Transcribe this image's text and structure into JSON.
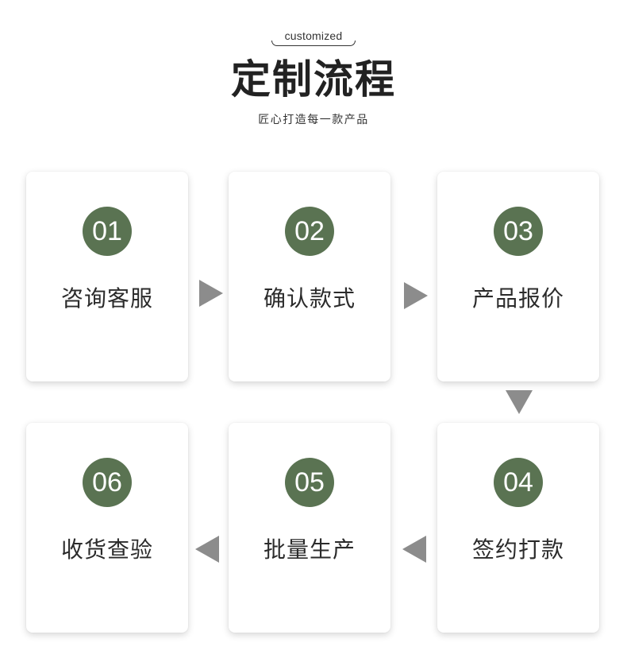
{
  "header": {
    "tag": "customized",
    "title": "定制流程",
    "subtitle": "匠心打造每一款产品"
  },
  "steps": [
    {
      "number": "01",
      "label": "咨询客服"
    },
    {
      "number": "02",
      "label": "确认款式"
    },
    {
      "number": "03",
      "label": "产品报价"
    },
    {
      "number": "04",
      "label": "签约打款"
    },
    {
      "number": "05",
      "label": "批量生产"
    },
    {
      "number": "06",
      "label": "收货查验"
    }
  ],
  "colors": {
    "accent": "#5a7352",
    "arrow": "#8c8c8c",
    "text": "#2b2b2b",
    "background": "#ffffff"
  },
  "icons": {
    "arrow_right": "triangle-right-arrow-icon",
    "arrow_down": "triangle-down-arrow-icon",
    "arrow_left": "triangle-left-arrow-icon"
  }
}
